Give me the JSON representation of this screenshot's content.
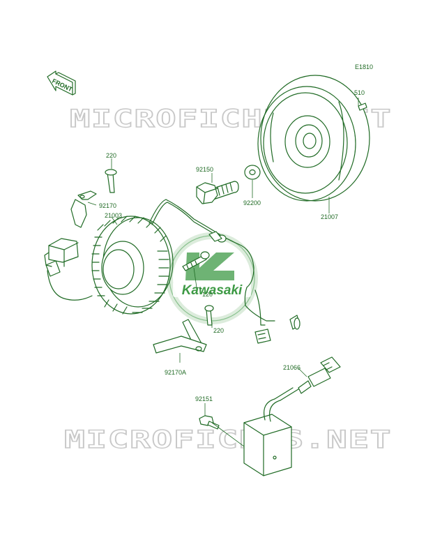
{
  "diagram_code": "E1810",
  "front_label": "FRONT",
  "watermark": "MICROFICHES.NET",
  "brand": "Kawasaki",
  "parts": {
    "p510": "510",
    "p21007": "21007",
    "p92200": "92200",
    "p92150": "92150",
    "p220_top": "220",
    "p92170": "92170",
    "p21003": "21003",
    "p120": "120",
    "p220_mid": "220",
    "p92170A": "92170A",
    "p21066": "21066",
    "p92151": "92151"
  },
  "colors": {
    "line": "#1f6a24",
    "watermark": "#c8c8c8",
    "logo": "#3e9a45"
  }
}
